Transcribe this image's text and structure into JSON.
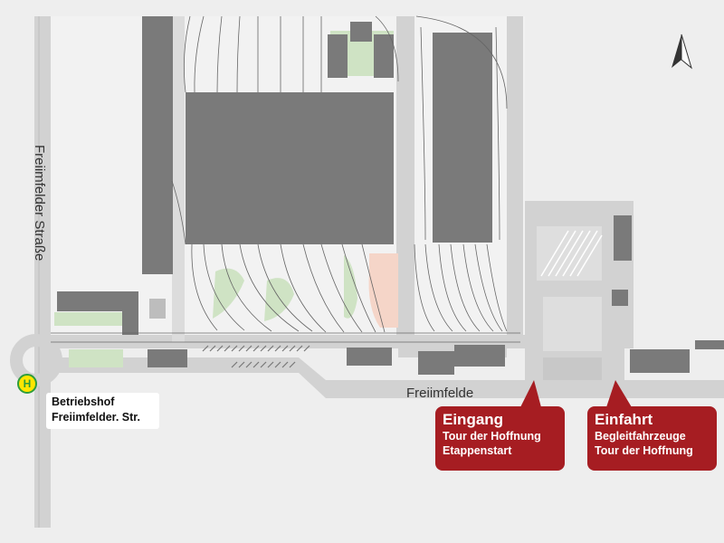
{
  "map": {
    "streets": {
      "vertical": "Freiimfelder Straße",
      "horizontal": "Freiimfelde"
    },
    "bus_stop": {
      "symbol": "H",
      "line1": "Betriebshof",
      "line2": "Freiimfelder. Str."
    },
    "callouts": {
      "entrance": {
        "title": "Eingang",
        "line1": "Tour der Hoffnung",
        "line2": "Etappenstart"
      },
      "drive_in": {
        "title": "Einfahrt",
        "line1": "Begleitfahrzeuge",
        "line2": "Tour der Hoffnung"
      }
    },
    "colors": {
      "background": "#eeeeee",
      "road": "#d2d2d2",
      "building": "#7a7a7a",
      "green": "#cfe3c4",
      "highlight": "#f5d5c8",
      "callout": "#a61d22",
      "stop_ring": "#2e9d3a",
      "stop_fill": "#ffe600"
    },
    "icons": [
      "north-arrow-icon",
      "bus-stop-icon"
    ]
  }
}
